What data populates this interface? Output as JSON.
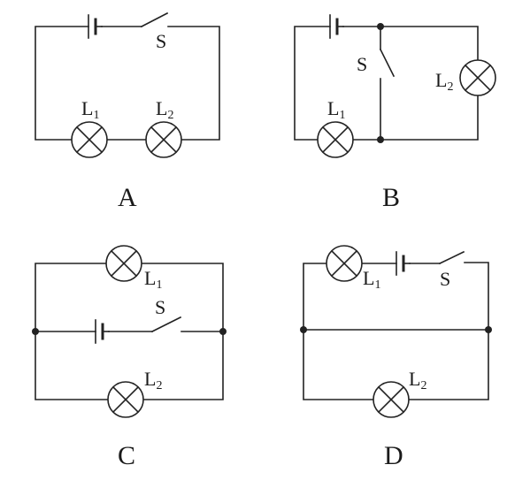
{
  "diagrams": [
    {
      "caption": "A",
      "switch": "S",
      "lamp1": "L",
      "lamp1_sub": "1",
      "lamp2": "L",
      "lamp2_sub": "2"
    },
    {
      "caption": "B",
      "switch": "S",
      "lamp1": "L",
      "lamp1_sub": "1",
      "lamp2": "L",
      "lamp2_sub": "2"
    },
    {
      "caption": "C",
      "switch": "S",
      "lamp1": "L",
      "lamp1_sub": "1",
      "lamp2": "L",
      "lamp2_sub": "2"
    },
    {
      "caption": "D",
      "switch": "S",
      "lamp1": "L",
      "lamp1_sub": "1",
      "lamp2": "L",
      "lamp2_sub": "2"
    }
  ]
}
